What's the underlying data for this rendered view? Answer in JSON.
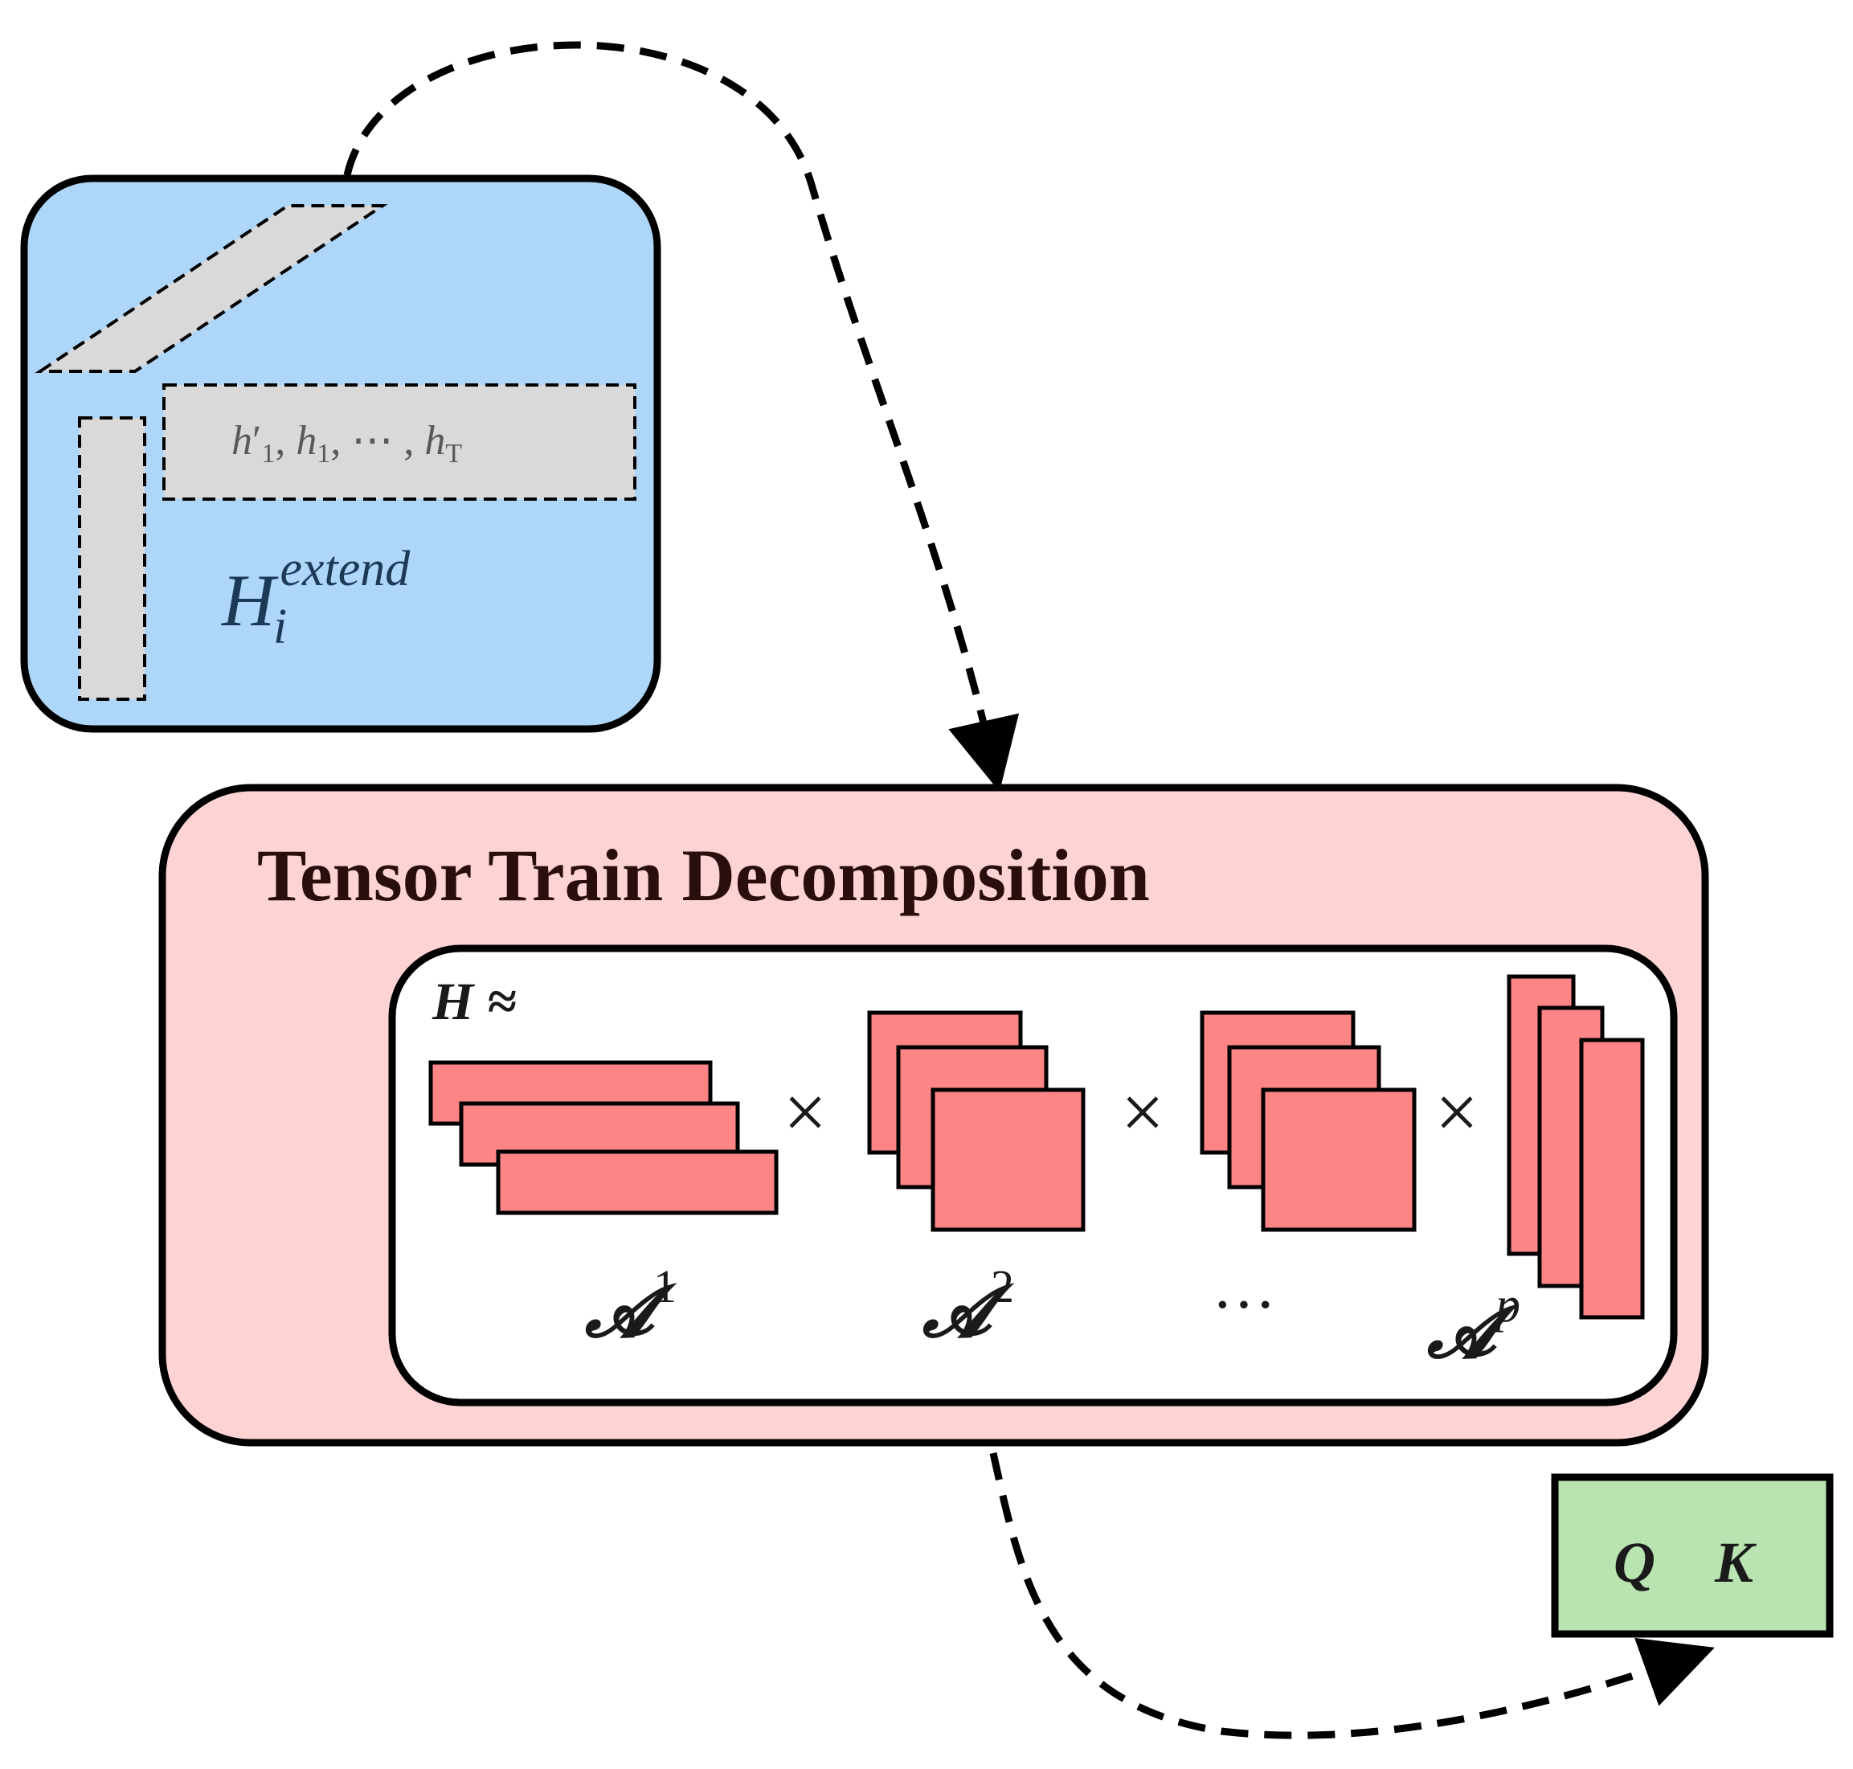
{
  "tensor_box": {
    "sequence_label": "h′₁, h₁, ⋯ , hT",
    "sequence_parts": {
      "h1_prime_base": "h",
      "h1_prime_mark": "′",
      "h1_prime_sub": "1",
      "sep1": ", ",
      "h1_base": "h",
      "h1_sub": "1",
      "sep2": ", ⋯ , ",
      "hT_base": "h",
      "hT_sub": "T"
    },
    "name_base": "H",
    "name_sub": "i",
    "name_sup": "extend"
  },
  "decomposition": {
    "title": "Tensor Train Decomposition",
    "approx_label": "H ≈",
    "times_symbol": "×",
    "cores": [
      {
        "base": "𝓐",
        "sup": "1"
      },
      {
        "base": "𝓐",
        "sup": "2"
      },
      {
        "base": "···",
        "sup": ""
      },
      {
        "base": "𝓐",
        "sup": "p"
      }
    ]
  },
  "output_box": {
    "q_label": "Q",
    "k_label": "K"
  },
  "colors": {
    "input_fill": "#aed6f8",
    "strip_fill": "#d9d9d9",
    "decomp_fill": "#fdd3d3",
    "core_fill": "#fe8585",
    "output_fill": "#b9e4b1",
    "stroke": "#000000",
    "muted_text": "#595959",
    "tensor_name_text": "#1c3a57",
    "title_text": "#2a0d0d"
  }
}
